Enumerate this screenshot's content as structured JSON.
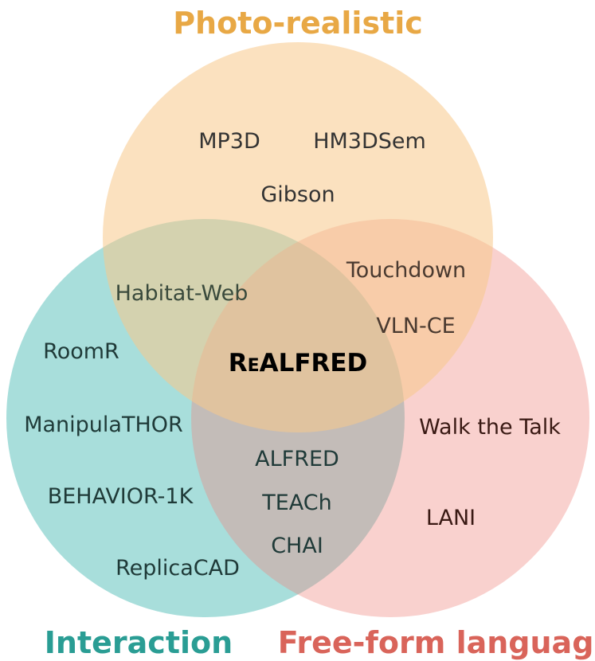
{
  "categories": {
    "photo_realistic": {
      "label": "Photo-realistic",
      "color": "#e8a845",
      "fill": "#f9d9a6"
    },
    "interaction": {
      "label": "Interaction",
      "color": "#2a9d94",
      "fill": "#2fb0aa"
    },
    "free_form_language": {
      "label": "Free-form language",
      "color": "#d9645a",
      "fill": "#f2a39c"
    }
  },
  "regions": {
    "photo_realistic_only": [
      "MP3D",
      "HM3DSem",
      "Gibson"
    ],
    "photo_realistic_and_interaction": [
      "Habitat-Web"
    ],
    "photo_realistic_and_language": [
      "Touchdown",
      "VLN-CE"
    ],
    "all_three": {
      "first_letter": "R",
      "small_caps": "E",
      "rest": "ALFRED"
    },
    "interaction_only": [
      "RoomR",
      "ManipulaTHOR",
      "BEHAVIOR-1K",
      "ReplicaCAD"
    ],
    "interaction_and_language": [
      "ALFRED",
      "TEACh",
      "CHAI"
    ],
    "language_only": [
      "Walk the Talk",
      "LANI"
    ]
  }
}
